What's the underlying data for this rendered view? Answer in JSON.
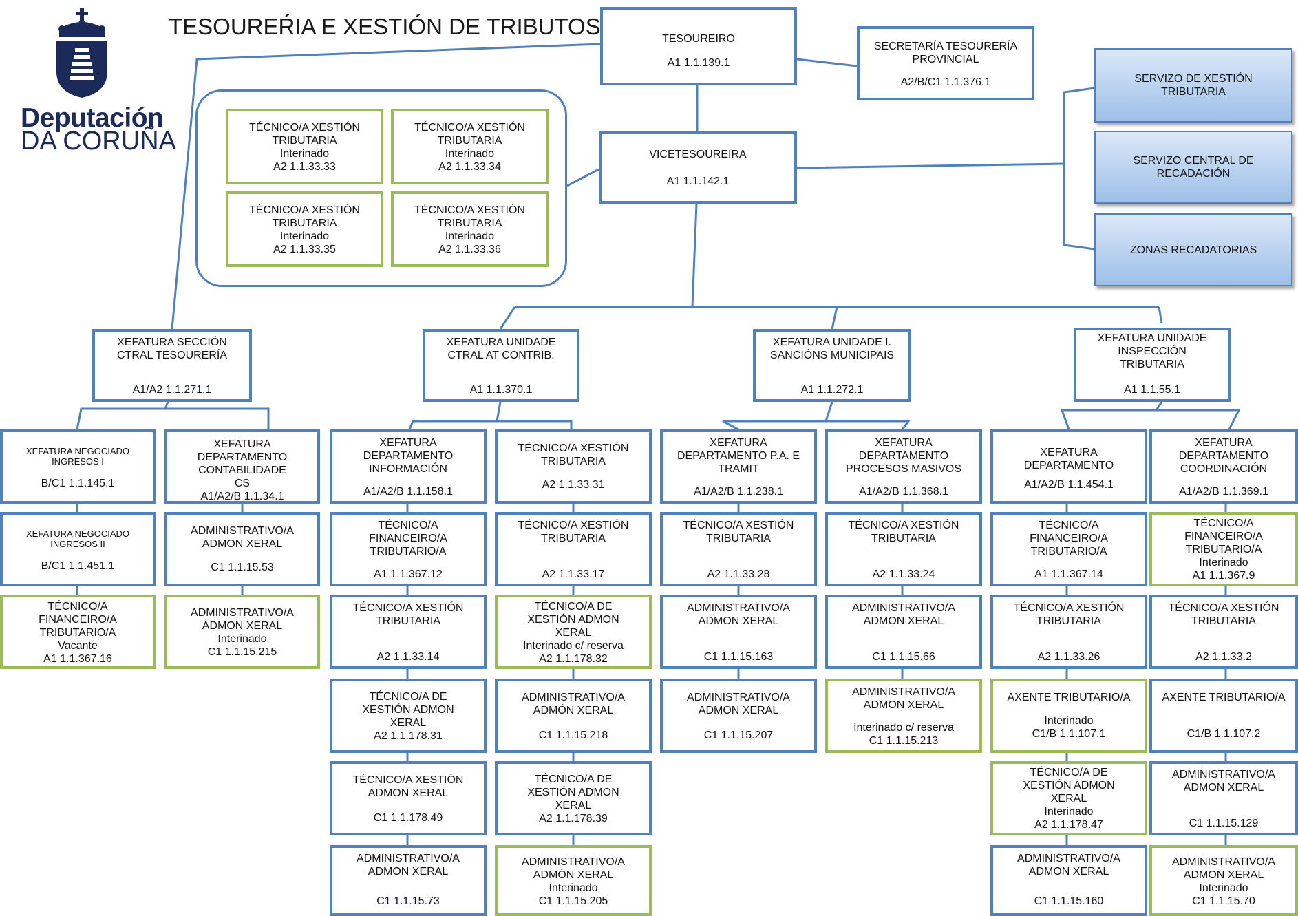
{
  "title": "TESOUREŔIA E XESTIÓN DE TRIBUTOS",
  "logo": {
    "line1": "Deputación",
    "line2": "DA CORUÑA"
  },
  "boxes": {
    "tesoureiro": {
      "t": "TESOUREIRO",
      "c": "A1    1.1.139.1"
    },
    "secretaria": {
      "t": "SECRETARÍA TESOURERÍA\nPROVINCIAL",
      "c": "A2/B/C1    1.1.376.1"
    },
    "vicetesoureira": {
      "t": "VICETESOUREIRA",
      "c": "A1    1.1.142.1"
    },
    "servizo_xestion": {
      "t": "SERVIZO DE XESTIÓN\nTRIBUTARIA"
    },
    "servizo_recadacion": {
      "t": "SERVIZO CENTRAL DE\nRECADACIÓN"
    },
    "zonas": {
      "t": "ZONAS RECADATORIAS"
    },
    "g1": {
      "t": "TÉCNICO/A XESTIÓN\nTRIBUTARIA\nInterinado\nA2    1.1.33.33"
    },
    "g2": {
      "t": "TÉCNICO/A XESTIÓN\nTRIBUTARIA\nInterinado\nA2    1.1.33.34"
    },
    "g3": {
      "t": "TÉCNICO/A XESTIÓN\nTRIBUTARIA\nInterinado\nA2    1.1.33.35"
    },
    "g4": {
      "t": "TÉCNICO/A XESTIÓN\nTRIBUTARIA\nInterinado\nA2    1.1.33.36"
    },
    "xs_tes": {
      "t": "XEFATURA SECCIÓN\nCTRAL TESOURERÍA",
      "c": "A1/A2    1.1.271.1"
    },
    "xu_contrib": {
      "t": "XEFATURA UNIDADE\nCTRAL AT CONTRIB.",
      "c": "A1    1.1.370.1"
    },
    "xu_sancions": {
      "t": "XEFATURA UNIDADE I.\nSANCIÓNS MUNICIPAIS",
      "c": "A1    1.1.272.1"
    },
    "xu_inspeccion": {
      "t": "XEFATURA UNIDADE\nINSPECCIÓN\nTRIBUTARIA",
      "c": "A1    1.1.55.1"
    },
    "c1r1": {
      "t": "XEFATURA NEGOCIADO\nINGRESOS I",
      "c": "B/C1    1.1.145.1"
    },
    "c1r2": {
      "t": "XEFATURA NEGOCIADO\nINGRESOS II",
      "c": "B/C1    1.1.451.1"
    },
    "c1r3": {
      "t": "TÉCNICO/A\nFINANCEIRO/A\nTRIBUTARIO/A\nVacante\nA1    1.1.367.16"
    },
    "c2r1": {
      "t": "XEFATURA\nDEPARTAMENTO\nCONTABILIDADE\nCS",
      "c": "A1/A2/B    1.1.34.1"
    },
    "c2r2": {
      "t": "ADMINISTRATIVO/A\nADMON XERAL",
      "c": "C1    1.1.15.53"
    },
    "c2r3": {
      "t": "ADMINISTRATIVO/A\nADMON XERAL\nInterinado\nC1    1.1.15.215"
    },
    "c3r1": {
      "t": "XEFATURA\nDEPARTAMENTO\nINFORMACIÓN",
      "c": "A1/A2/B    1.1.158.1"
    },
    "c3r2": {
      "t": "TÉCNICO/A\nFINANCEIRO/A\nTRIBUTARIO/A",
      "c": "A1    1.1.367.12"
    },
    "c3r3": {
      "t": "TÉCNICO/A XESTIÓN\nTRIBUTARIA",
      "c": "A2    1.1.33.14"
    },
    "c3r4": {
      "t": "TÉCNICO/A DE\nXESTIÓN ADMON\nXERAL\nA2    1.1.178.31"
    },
    "c3r5": {
      "t": "TÉCNICO/A  XESTIÓN\nADMON XERAL",
      "c": "C1    1.1.178.49"
    },
    "c3r6": {
      "t": "ADMINISTRATIVO/A\nADMON XERAL",
      "c": "C1    1.1.15.73"
    },
    "c4r1": {
      "t": "TÉCNICO/A XESTIÓN\nTRIBUTARIA",
      "c": "A2    1.1.33.31"
    },
    "c4r2": {
      "t": "TÉCNICO/A XESTIÓN\nTRIBUTARIA",
      "c": "A2    1.1.33.17"
    },
    "c4r3": {
      "t": "TÉCNICO/A DE\nXESTIÓN ADMON\nXERAL\nInterinado c/ reserva\nA2    1.1.178.32"
    },
    "c4r4": {
      "t": "ADMINISTRATIVO/A\nADMÓN XERAL",
      "c": "C1    1.1.15.218"
    },
    "c4r5": {
      "t": "TÉCNICO/A DE\nXESTIÓN ADMON\nXERAL\nA2    1.1.178.39"
    },
    "c4r6": {
      "t": "ADMINISTRATIVO/A\nADMÓN XERAL\nInterinado\nC1    1.1.15.205"
    },
    "c5r1": {
      "t": "XEFATURA\nDEPARTAMENTO P.A. E\nTRAMIT",
      "c": "A1/A2/B    1.1.238.1"
    },
    "c5r2": {
      "t": "TÉCNICO/A XESTIÓN\nTRIBUTARIA",
      "c": "A2    1.1.33.28"
    },
    "c5r3": {
      "t": "ADMINISTRATIVO/A\nADMON XERAL",
      "c": "C1    1.1.15.163"
    },
    "c5r4": {
      "t": "ADMINISTRATIVO/A\nADMON XERAL",
      "c": "C1    1.1.15.207"
    },
    "c6r1": {
      "t": "XEFATURA\nDEPARTAMENTO\nPROCESOS MASIVOS",
      "c": "A1/A2/B    1.1.368.1"
    },
    "c6r2": {
      "t": "TÉCNICO/A XESTIÓN\nTRIBUTARIA",
      "c": "A2    1.1.33.24"
    },
    "c6r3": {
      "t": "ADMINISTRATIVO/A\nADMON XERAL",
      "c": "C1    1.1.15.66"
    },
    "c6r4": {
      "t": "ADMINISTRATIVO/A\nADMON XERAL",
      "c": "Interinado c/ reserva\nC1    1.1.15.213"
    },
    "c7r1": {
      "t": "XEFATURA\nDEPARTAMENTO",
      "c": "A1/A2/B    1.1.454.1"
    },
    "c7r2": {
      "t": "TÉCNICO/A\nFINANCEIRO/A\nTRIBUTARIO/A",
      "c": "A1    1.1.367.14"
    },
    "c7r3": {
      "t": "TÉCNICO/A XESTIÓN\nTRIBUTARIA",
      "c": "A2    1.1.33.26"
    },
    "c7r4": {
      "t": "AXENTE TRIBUTARIO/A",
      "c": "Interinado\nC1/B    1.1.107.1"
    },
    "c7r5": {
      "t": "TÉCNICO/A DE\nXESTIÓN ADMON\nXERAL\nInterinado\nA2    1.1.178.47"
    },
    "c7r6": {
      "t": "ADMINISTRATIVO/A\nADMON XERAL",
      "c": "C1    1.1.15.160"
    },
    "c8r1": {
      "t": "XEFATURA\nDEPARTAMENTO\nCOORDINACIÓN",
      "c": "A1/A2/B    1.1.369.1"
    },
    "c8r2": {
      "t": "TÉCNICO/A\nFINANCEIRO/A\nTRIBUTARIO/A\nInterinado\nA1    1.1.367.9"
    },
    "c8r3": {
      "t": "TÉCNICO/A XESTIÓN\nTRIBUTARIA",
      "c": "A2    1.1.33.2"
    },
    "c8r4": {
      "t": "AXENTE TRIBUTARIO/A",
      "c": "C1/B    1.1.107.2"
    },
    "c8r5": {
      "t": "ADMINISTRATIVO/A\nADMON XERAL",
      "c": "C1    1.1.15.129"
    },
    "c8r6": {
      "t": "ADMINISTRATIVO/A\nADMON XERAL\nInterinado\nC1    1.1.15.70"
    }
  },
  "colors": {
    "blue_border": "#4f81bd",
    "green_border": "#9bbb59",
    "gradient_box": "#9dbfe8",
    "logo_navy": "#1b2a5b"
  }
}
